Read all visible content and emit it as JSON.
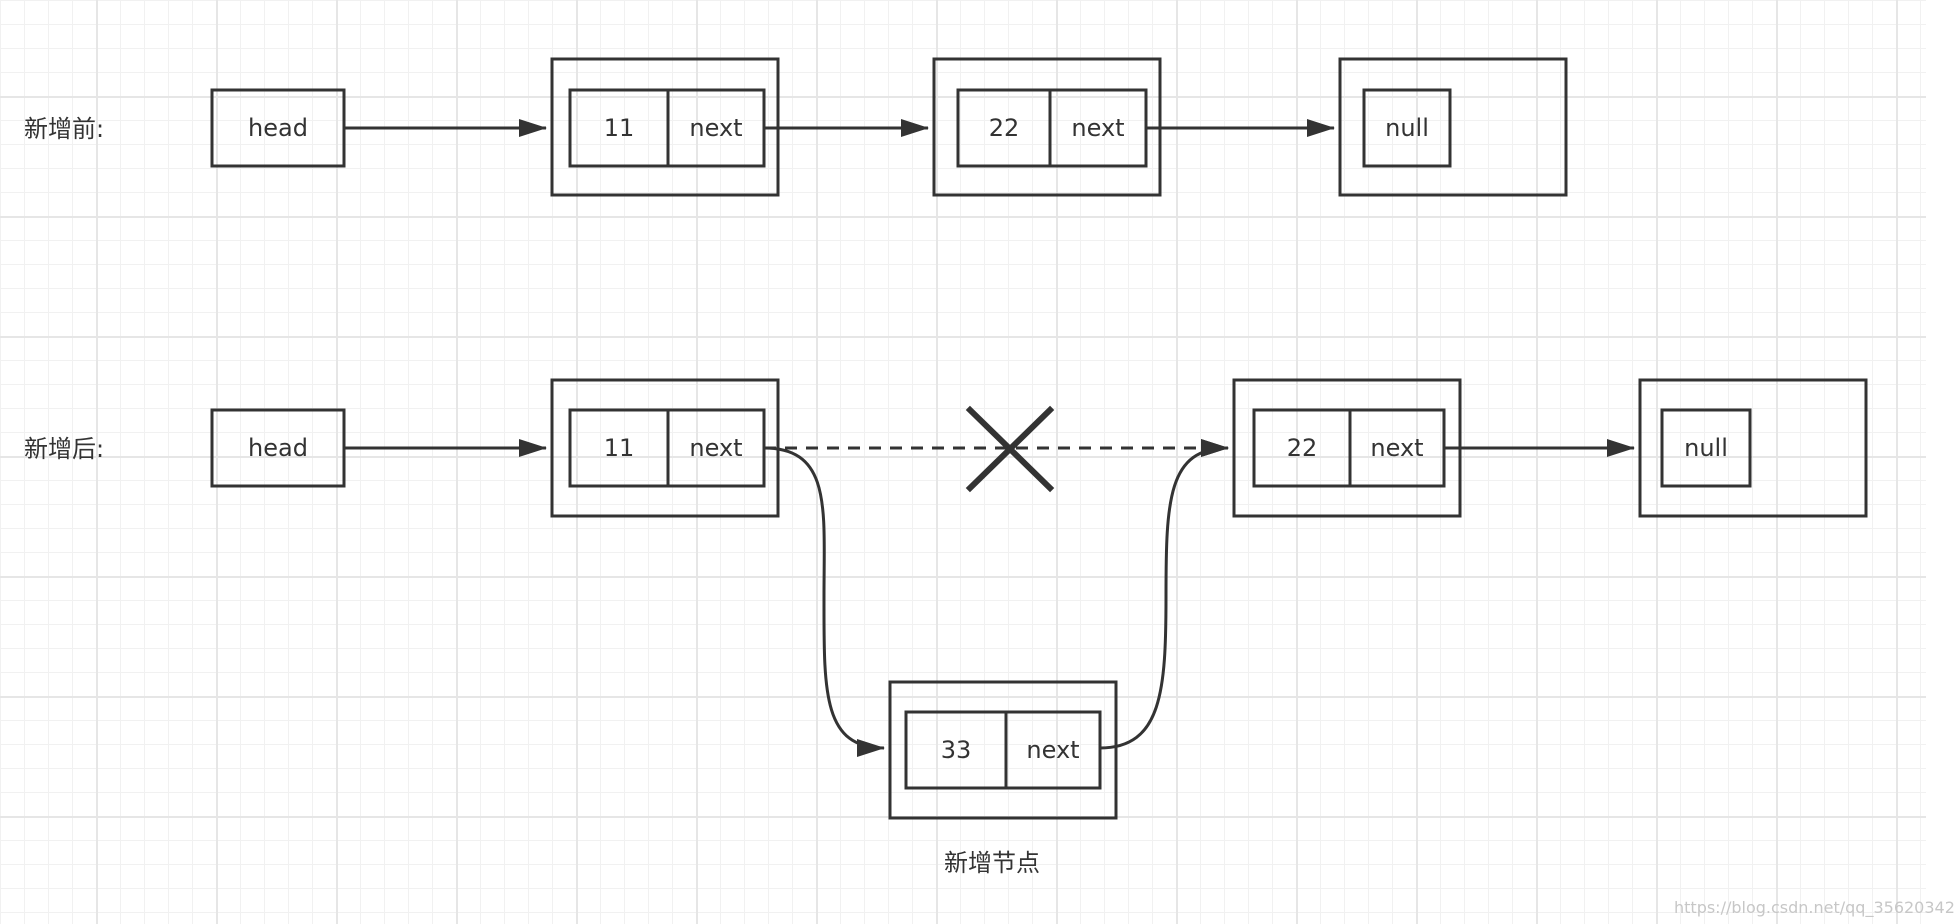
{
  "labels": {
    "before": "新增前:",
    "after": "新增后:",
    "new_node": "新增节点",
    "watermark": "https://blog.csdn.net/qq_35620342"
  },
  "before": {
    "head": "head",
    "node1": {
      "value": "11",
      "next": "next"
    },
    "node2": {
      "value": "22",
      "next": "next"
    },
    "tail": "null"
  },
  "after": {
    "head": "head",
    "node1": {
      "value": "11",
      "next": "next"
    },
    "node2": {
      "value": "22",
      "next": "next"
    },
    "tail": "null",
    "new_node": {
      "value": "33",
      "next": "next"
    }
  },
  "colors": {
    "stroke": "#333333",
    "text": "#333333",
    "grid_major": "#e6e6e6",
    "grid_minor": "#f1f1f1",
    "watermark": "#c7c7c7"
  },
  "icons": {
    "removed_link": "cross-icon"
  }
}
